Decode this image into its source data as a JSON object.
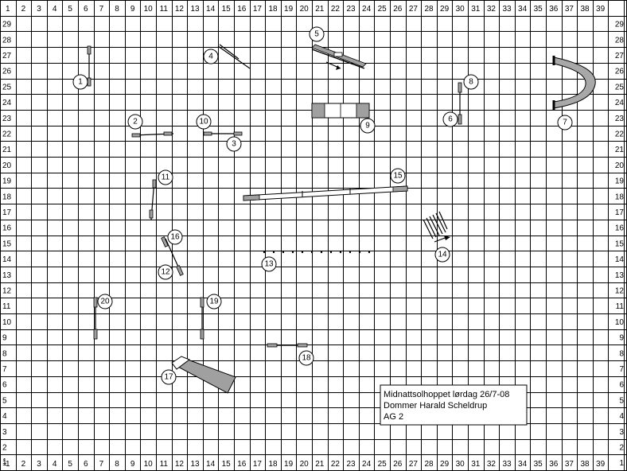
{
  "grid": {
    "columns": [
      "1",
      "2",
      "3",
      "4",
      "5",
      "6",
      "7",
      "8",
      "9",
      "10",
      "11",
      "12",
      "13",
      "14",
      "15",
      "16",
      "17",
      "18",
      "19",
      "20",
      "21",
      "22",
      "23",
      "24",
      "25",
      "26",
      "27",
      "28",
      "29",
      "30",
      "31",
      "32",
      "33",
      "34",
      "35",
      "36",
      "37",
      "38",
      "39"
    ],
    "rows": [
      "29",
      "28",
      "27",
      "26",
      "25",
      "24",
      "23",
      "22",
      "21",
      "20",
      "19",
      "18",
      "17",
      "16",
      "15",
      "14",
      "13",
      "12",
      "11",
      "10",
      "9",
      "8",
      "7",
      "6",
      "5",
      "4",
      "3",
      "2",
      "1"
    ],
    "bottom_corner_label": "1"
  },
  "obstacle_numbers": [
    "1",
    "2",
    "3",
    "4",
    "5",
    "6",
    "7",
    "8",
    "9",
    "10",
    "11",
    "12",
    "13",
    "14",
    "15",
    "16",
    "17",
    "18",
    "19",
    "20"
  ],
  "info_box": {
    "line1": "Midnattsolhoppet lørdag 26/7-08",
    "line2": "Dommer Harald Scheldrup",
    "line3": "AG 2"
  },
  "colors": {
    "grid": "#000000",
    "obstacle_fill": "#a0a0a0",
    "tunnel_fill": "#a8a8a8",
    "background": "#ffffff"
  }
}
